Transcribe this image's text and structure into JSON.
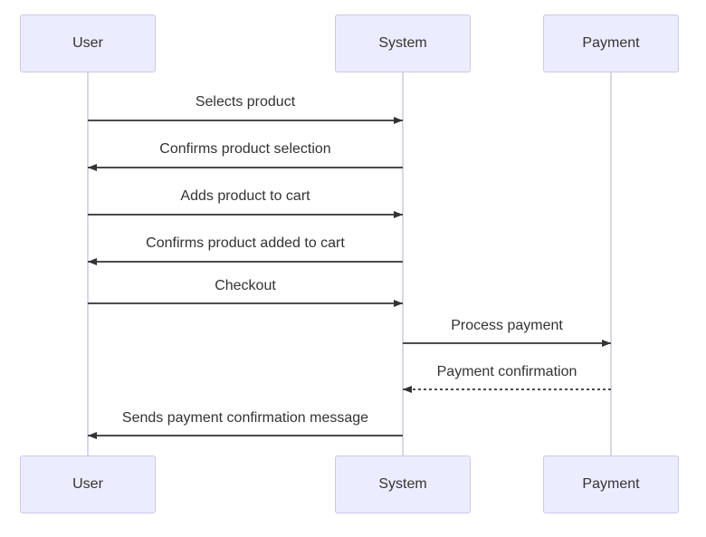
{
  "diagram": {
    "kind": "sequence-diagram",
    "actors": [
      {
        "id": "user",
        "name": "User"
      },
      {
        "id": "system",
        "name": "System"
      },
      {
        "id": "payment",
        "name": "Payment"
      }
    ],
    "messages": [
      {
        "from": "User",
        "to": "System",
        "label": "Selects product",
        "line_style": "solid",
        "direction": "right"
      },
      {
        "from": "System",
        "to": "User",
        "label": "Confirms product selection",
        "line_style": "solid",
        "direction": "left"
      },
      {
        "from": "User",
        "to": "System",
        "label": "Adds product to cart",
        "line_style": "solid",
        "direction": "right"
      },
      {
        "from": "System",
        "to": "User",
        "label": "Confirms product added to cart",
        "line_style": "solid",
        "direction": "left"
      },
      {
        "from": "User",
        "to": "System",
        "label": "Checkout",
        "line_style": "solid",
        "direction": "right"
      },
      {
        "from": "System",
        "to": "Payment",
        "label": "Process payment",
        "line_style": "solid",
        "direction": "right"
      },
      {
        "from": "Payment",
        "to": "System",
        "label": "Payment confirmation",
        "line_style": "dotted",
        "direction": "left"
      },
      {
        "from": "System",
        "to": "User",
        "label": "Sends payment confirmation message",
        "line_style": "solid",
        "direction": "left"
      }
    ],
    "colors": {
      "actor_fill": "#ECECFF",
      "actor_border": "#CFC7EA",
      "lifeline": "#CDC9E6",
      "arrow": "#333333",
      "text": "#333333",
      "background": "#FFFFFF"
    }
  }
}
